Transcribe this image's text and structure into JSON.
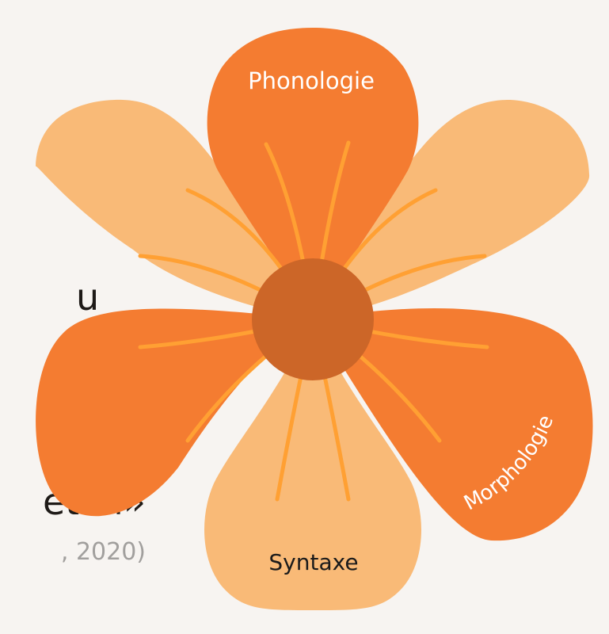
{
  "text_fragments": {
    "line_u": "u",
    "line_et": "et «l»",
    "citation": ", 2020)"
  },
  "flower": {
    "petals": [
      {
        "label": "Phonologie",
        "color": "#F47C31",
        "label_color": "#FFFFFF"
      },
      {
        "label": "",
        "color": "#F9BA77"
      },
      {
        "label": "Morphologie",
        "color": "#F47C31",
        "label_color": "#FFFFFF"
      },
      {
        "label": "Syntaxe",
        "color": "#F9BA77",
        "label_color": "#1B1B1B"
      },
      {
        "label": "",
        "color": "#F47C31"
      },
      {
        "label": "",
        "color": "#F9BA77"
      }
    ],
    "center_color": "#CC6628",
    "vein_color": "#FFA033"
  }
}
